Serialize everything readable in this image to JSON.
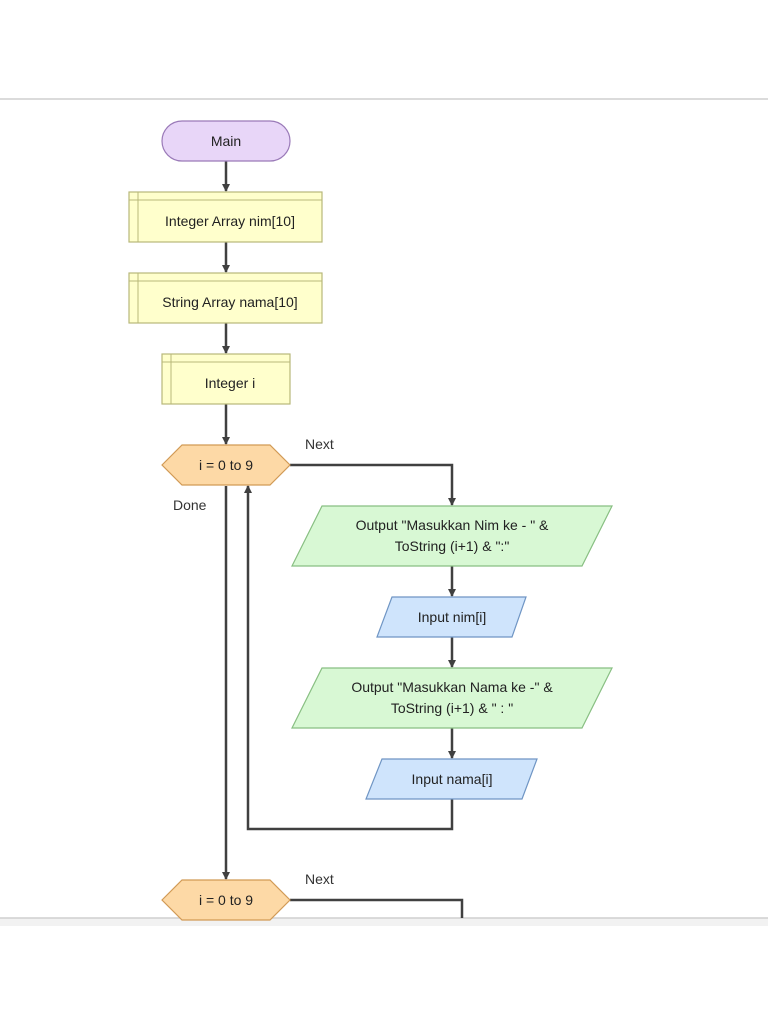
{
  "colors": {
    "terminal_fill": "#e8d6f8",
    "terminal_stroke": "#9a7ab8",
    "declare_fill": "#ffffcc",
    "declare_stroke": "#b8b87a",
    "loop_fill": "#fdd9a6",
    "loop_stroke": "#d19a55",
    "output_fill": "#d8f8d4",
    "output_stroke": "#88bf82",
    "input_fill": "#cfe4fc",
    "input_stroke": "#6f95c4",
    "arrow": "#404040",
    "canvas_border": "#cfcfcf",
    "status_bar": "#f2f2f2"
  },
  "nodes": {
    "main": "Main",
    "declare_nim": "Integer Array nim[10]",
    "declare_nama": "String Array nama[10]",
    "declare_i": "Integer i",
    "loop1": "i = 0 to 9",
    "output_nim_line1": "Output \"Masukkan Nim ke - \" &",
    "output_nim_line2": "ToString (i+1) & \":\"",
    "input_nim": "Input nim[i]",
    "output_nama_line1": "Output \"Masukkan Nama ke -\" &",
    "output_nama_line2": "ToString (i+1) & \" : \"",
    "input_nama": "Input nama[i]",
    "loop2": "i = 0 to 9"
  },
  "edge_labels": {
    "loop1_next": "Next",
    "loop1_done": "Done",
    "loop2_next": "Next"
  }
}
